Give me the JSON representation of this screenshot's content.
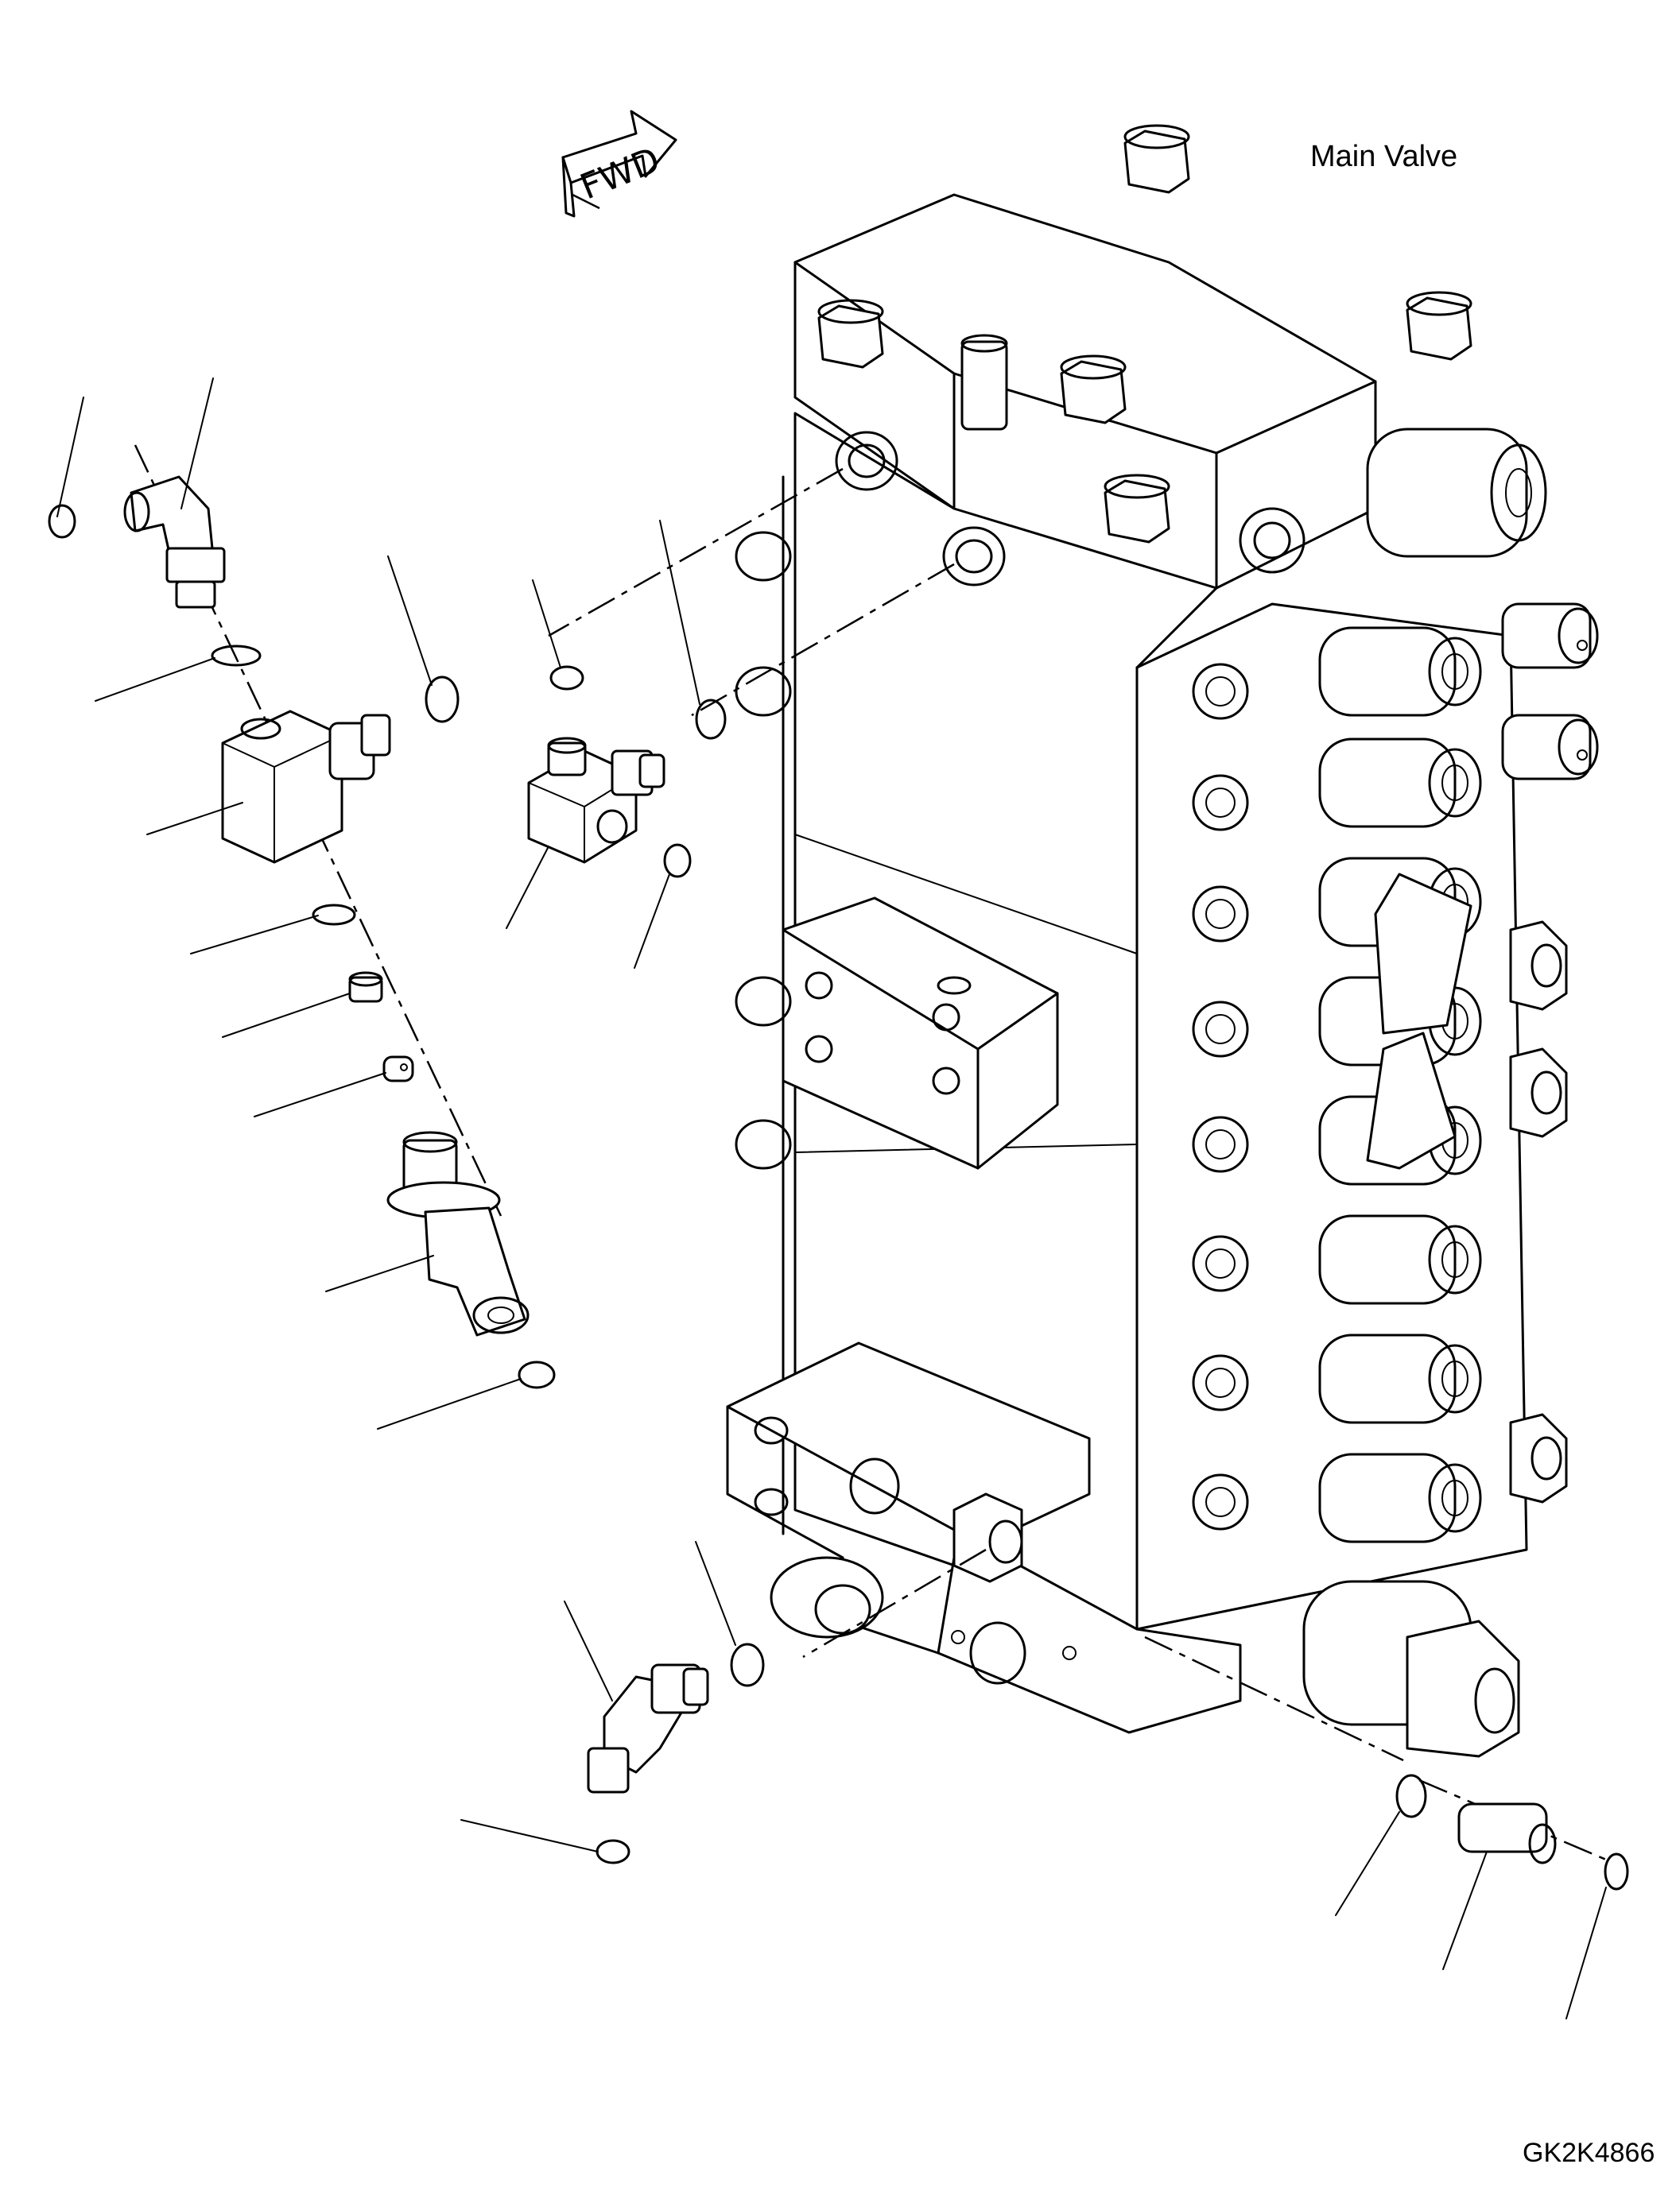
{
  "diagram": {
    "title": "Main Valve",
    "direction_label": "FWD",
    "drawing_code": "GK2K4866",
    "line_color": "#000000",
    "background_color": "#ffffff",
    "icons": [
      "fwd-arrow-icon"
    ]
  }
}
